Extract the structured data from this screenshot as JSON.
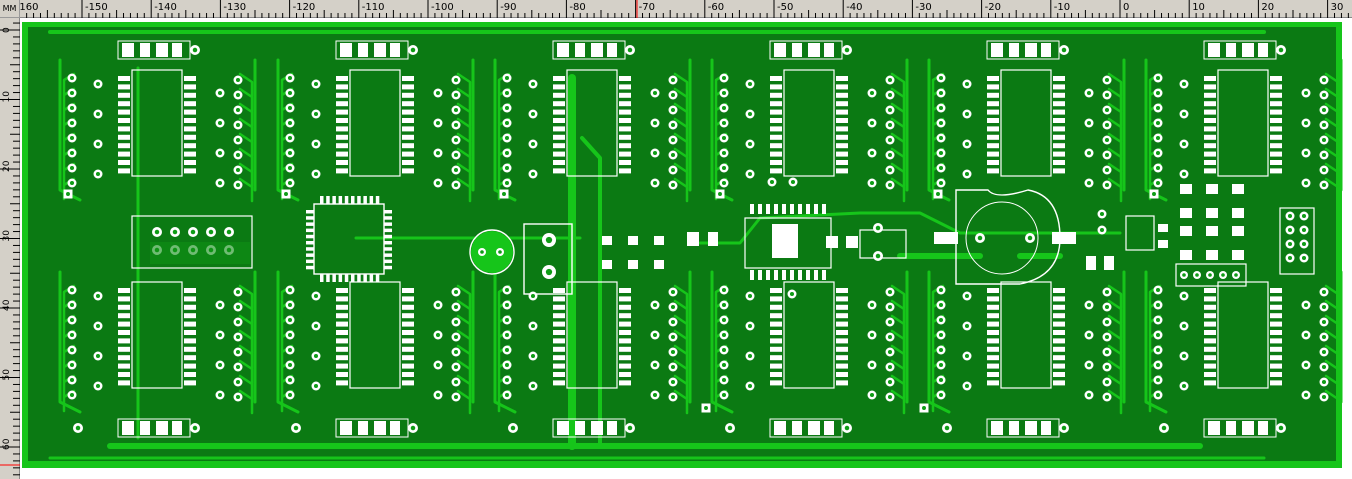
{
  "ruler": {
    "unit": "MM",
    "h_labels": [
      "-160",
      "-150",
      "-140",
      "-130",
      "-120",
      "-110",
      "-100",
      "-90",
      "-80",
      "-70",
      "-60",
      "-50",
      "-40",
      "-30",
      "-20",
      "-10",
      "0",
      "10",
      "20",
      "30"
    ],
    "h_positions": [
      -160,
      -150,
      -140,
      -130,
      -120,
      -110,
      -100,
      -90,
      -80,
      -70,
      -60,
      -50,
      -40,
      -30,
      -20,
      -10,
      0,
      10,
      20,
      30
    ],
    "v_labels": [
      "0",
      "10",
      "20",
      "30",
      "40",
      "50",
      "60"
    ],
    "v_positions": [
      0,
      10,
      20,
      30,
      40,
      50,
      60
    ]
  },
  "colors": {
    "board": "#0b7a13",
    "copper": "#16c51a",
    "copper_dark": "#0f9d16",
    "silk": "#ffffff",
    "drill": "#000000",
    "ruler_bg": "#d4d0c8",
    "cursor": "#ff0000"
  }
}
